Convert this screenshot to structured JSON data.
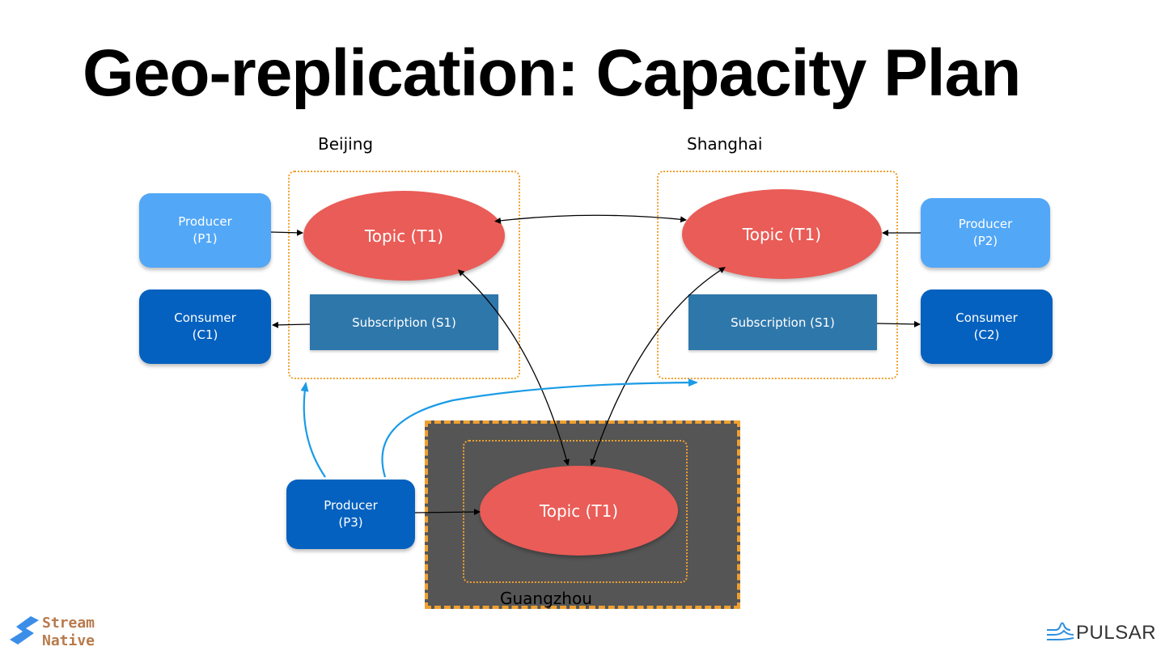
{
  "title": "Geo-replication: Capacity Plan",
  "regions": {
    "beijing": {
      "label": "Beijing"
    },
    "shanghai": {
      "label": "Shanghai"
    },
    "guangzhou": {
      "label": "Guangzhou"
    }
  },
  "nodes": {
    "producer_p1": {
      "line1": "Producer",
      "line2": "(P1)"
    },
    "consumer_c1": {
      "line1": "Consumer",
      "line2": "(C1)"
    },
    "producer_p2": {
      "line1": "Producer",
      "line2": "(P2)"
    },
    "consumer_c2": {
      "line1": "Consumer",
      "line2": "(C2)"
    },
    "producer_p3": {
      "line1": "Producer",
      "line2": "(P3)"
    },
    "topic_beijing": {
      "label": "Topic (T1)"
    },
    "topic_shanghai": {
      "label": "Topic (T1)"
    },
    "topic_guangzhou": {
      "label": "Topic (T1)"
    },
    "sub_beijing": {
      "label": "Subscription (S1)"
    },
    "sub_shanghai": {
      "label": "Subscription (S1)"
    }
  },
  "colors": {
    "producer_light": "#52a7f7",
    "node_dark": "#0561bf",
    "topic": "#ea5c57",
    "subscription": "#2e77ab",
    "region_border": "#f0a030",
    "guangzhou_fill": "#555555",
    "blue_arrow": "#1a9be6"
  },
  "logos": {
    "streamnative": {
      "line1": "Stream",
      "line2": "Native"
    },
    "pulsar": {
      "text": "PULSAR"
    }
  }
}
